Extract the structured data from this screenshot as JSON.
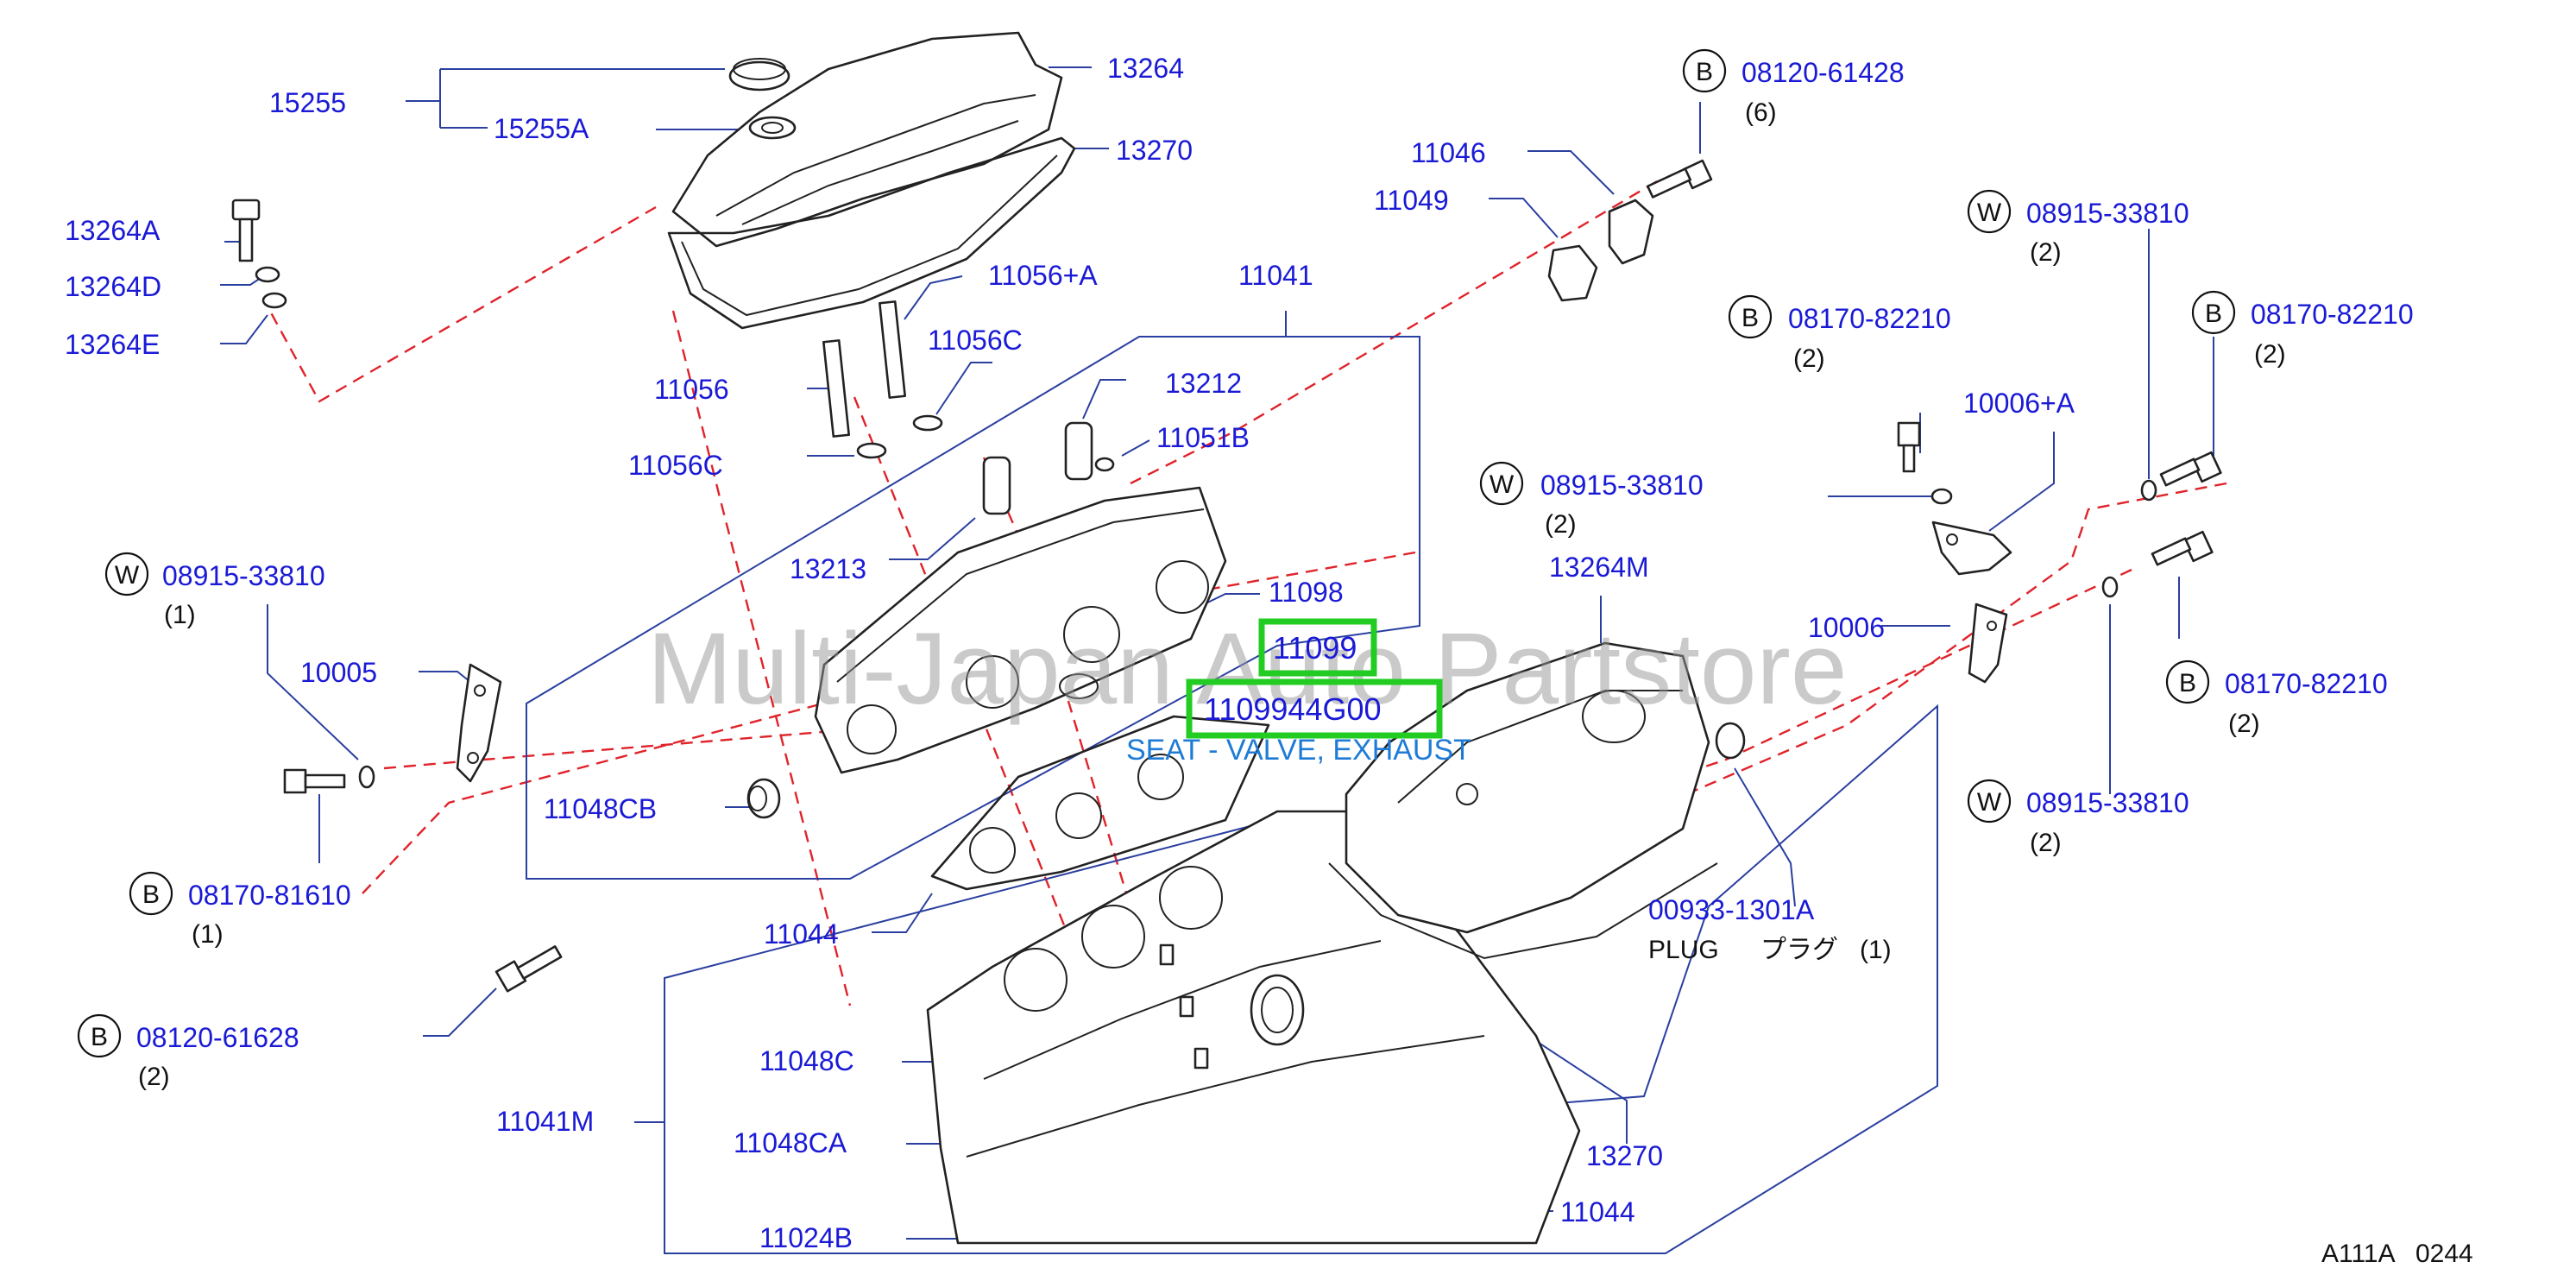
{
  "watermark": "Multi-Japan Auto Partstore",
  "diagram_code": "A111A   0244",
  "highlight": {
    "part_11099": "11099",
    "part_number": "1109944G00",
    "description": "SEAT - VALVE, EXHAUST"
  },
  "labels": {
    "p15255": "15255",
    "p15255a": "15255A",
    "p13264": "13264",
    "p13270_top": "13270",
    "p13264a": "13264A",
    "p13264d": "13264D",
    "p13264e": "13264E",
    "p11056a": "11056+A",
    "p11056c_1": "11056C",
    "p11056": "11056",
    "p11056c_2": "11056C",
    "p13212": "13212",
    "p11051b": "11051B",
    "p13213": "13213",
    "p11041": "11041",
    "p11098": "11098",
    "p10005": "10005",
    "p11048cb": "11048CB",
    "p11044_left": "11044",
    "p11048c": "11048C",
    "p11041m": "11041M",
    "p11048ca": "11048CA",
    "p11024b": "11024B",
    "p11044_bottom": "11044",
    "p13270_bottom": "13270",
    "p11046": "11046",
    "p11049": "11049",
    "p13264m": "13264M",
    "p10006a": "10006+A",
    "p10006": "10006",
    "p00933": "00933-1301A",
    "plug": "PLUG",
    "plug_jp": "プラグ",
    "plug_qty": "(1)"
  },
  "fasteners": [
    {
      "letter": "W",
      "part": "08915-33810",
      "qty": "(1)"
    },
    {
      "letter": "B",
      "part": "08170-81610",
      "qty": "(1)"
    },
    {
      "letter": "B",
      "part": "08120-61628",
      "qty": "(2)"
    },
    {
      "letter": "B",
      "part": "08120-61428",
      "qty": "(6)"
    },
    {
      "letter": "W",
      "part": "08915-33810",
      "qty": "(2)"
    },
    {
      "letter": "B",
      "part": "08170-82210",
      "qty": "(2)"
    },
    {
      "letter": "B",
      "part": "08170-82210",
      "qty": "(2)"
    },
    {
      "letter": "W",
      "part": "08915-33810",
      "qty": "(2)"
    },
    {
      "letter": "B",
      "part": "08170-82210",
      "qty": "(2)"
    },
    {
      "letter": "W",
      "part": "08915-33810",
      "qty": "(2)"
    }
  ]
}
